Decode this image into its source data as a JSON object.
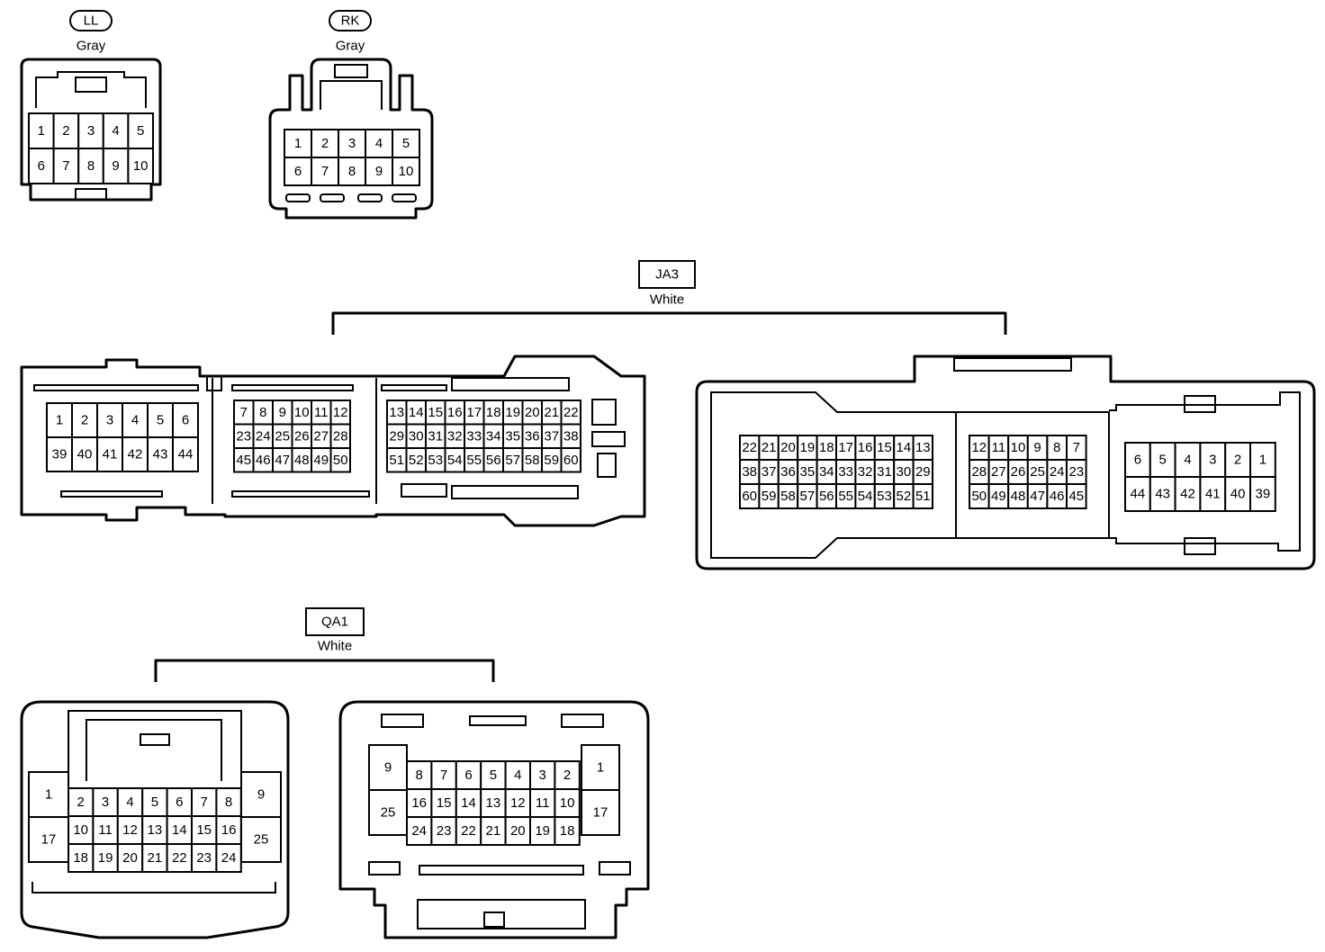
{
  "connectors": {
    "ll": {
      "code": "LL",
      "color": "Gray",
      "pins": [
        [
          "1",
          "2",
          "3",
          "4",
          "5"
        ],
        [
          "6",
          "7",
          "8",
          "9",
          "10"
        ]
      ]
    },
    "rk": {
      "code": "RK",
      "color": "Gray",
      "pins": [
        [
          "1",
          "2",
          "3",
          "4",
          "5"
        ],
        [
          "6",
          "7",
          "8",
          "9",
          "10"
        ]
      ]
    },
    "ja3": {
      "code": "JA3",
      "color": "White",
      "male": {
        "block_a": [
          [
            "1",
            "2",
            "3",
            "4",
            "5",
            "6"
          ],
          [
            "39",
            "40",
            "41",
            "42",
            "43",
            "44"
          ]
        ],
        "block_b": [
          [
            "7",
            "8",
            "9",
            "10",
            "11",
            "12"
          ],
          [
            "23",
            "24",
            "25",
            "26",
            "27",
            "28"
          ],
          [
            "45",
            "46",
            "47",
            "48",
            "49",
            "50"
          ]
        ],
        "block_c": [
          [
            "13",
            "14",
            "15",
            "16",
            "17",
            "18",
            "19",
            "20",
            "21",
            "22"
          ],
          [
            "29",
            "30",
            "31",
            "32",
            "33",
            "34",
            "35",
            "36",
            "37",
            "38"
          ],
          [
            "51",
            "52",
            "53",
            "54",
            "55",
            "56",
            "57",
            "58",
            "59",
            "60"
          ]
        ]
      },
      "female": {
        "block_a": [
          [
            "22",
            "21",
            "20",
            "19",
            "18",
            "17",
            "16",
            "15",
            "14",
            "13"
          ],
          [
            "38",
            "37",
            "36",
            "35",
            "34",
            "33",
            "32",
            "31",
            "30",
            "29"
          ],
          [
            "60",
            "59",
            "58",
            "57",
            "56",
            "55",
            "54",
            "53",
            "52",
            "51"
          ]
        ],
        "block_b": [
          [
            "12",
            "11",
            "10",
            "9",
            "8",
            "7"
          ],
          [
            "28",
            "27",
            "26",
            "25",
            "24",
            "23"
          ],
          [
            "50",
            "49",
            "48",
            "47",
            "46",
            "45"
          ]
        ],
        "block_c": [
          [
            "6",
            "5",
            "4",
            "3",
            "2",
            "1"
          ],
          [
            "44",
            "43",
            "42",
            "41",
            "40",
            "39"
          ]
        ]
      }
    },
    "qa1": {
      "code": "QA1",
      "color": "White",
      "male": {
        "left_col": [
          "1",
          "17"
        ],
        "center": [
          [
            "2",
            "3",
            "4",
            "5",
            "6",
            "7",
            "8"
          ],
          [
            "10",
            "11",
            "12",
            "13",
            "14",
            "15",
            "16"
          ],
          [
            "18",
            "19",
            "20",
            "21",
            "22",
            "23",
            "24"
          ]
        ],
        "right_col": [
          "9",
          "25"
        ]
      },
      "female": {
        "left_col": [
          "9",
          "25"
        ],
        "center": [
          [
            "8",
            "7",
            "6",
            "5",
            "4",
            "3",
            "2"
          ],
          [
            "16",
            "15",
            "14",
            "13",
            "12",
            "11",
            "10"
          ],
          [
            "24",
            "23",
            "22",
            "21",
            "20",
            "19",
            "18"
          ]
        ],
        "right_col": [
          "1",
          "17"
        ]
      }
    }
  }
}
